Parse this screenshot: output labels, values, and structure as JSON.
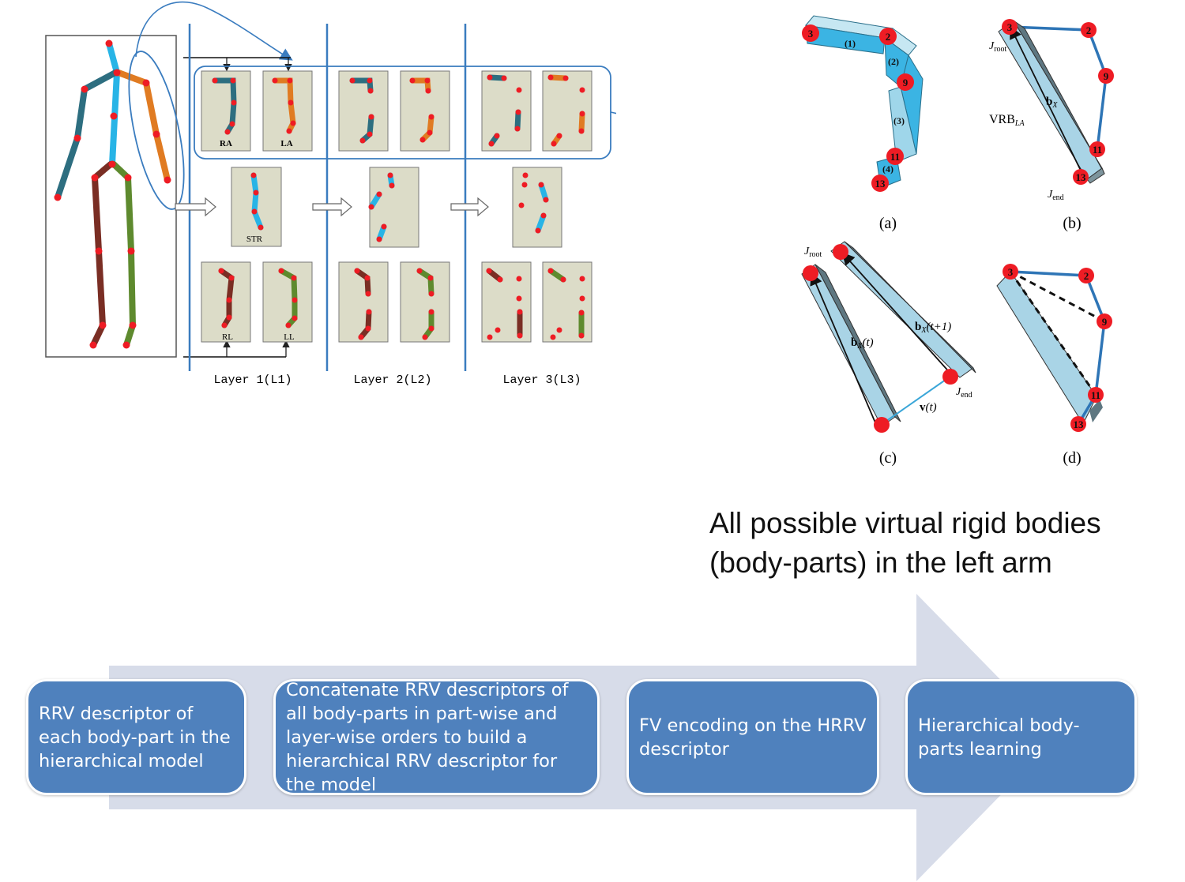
{
  "hierarchy": {
    "parts": {
      "ra": "RA",
      "la": "LA",
      "str": "STR",
      "rl": "RL",
      "ll": "LL"
    },
    "layers": [
      "Layer 1(L1)",
      "Layer 2(L2)",
      "Layer 3(L3)"
    ]
  },
  "rigid_bodies": {
    "panel_a": {
      "label": "(a)",
      "joints": [
        "3",
        "2",
        "9",
        "11",
        "13"
      ],
      "segments": [
        "(1)",
        "(2)",
        "(3)",
        "(4)"
      ]
    },
    "panel_b": {
      "label": "(b)",
      "joints": [
        "3",
        "2",
        "9",
        "11",
        "13"
      ],
      "root": "J",
      "root_sub": "root",
      "end": "J",
      "end_sub": "end",
      "bone": "b",
      "bone_sub": "X",
      "vrb": "VRB",
      "vrb_sub": "LA"
    },
    "panel_c": {
      "label": "(c)",
      "root": "J",
      "root_sub": "root",
      "end": "J",
      "end_sub": "end",
      "bone_t": "b",
      "bone_t_sub": "X",
      "bone_t_arg": "(t)",
      "bone_t1": "b",
      "bone_t1_sub": "X",
      "bone_t1_arg": "(t+1)",
      "velocity": "v",
      "velocity_arg": "(t)"
    },
    "panel_d": {
      "label": "(d)",
      "joints": [
        "3",
        "2",
        "9",
        "11",
        "13"
      ]
    }
  },
  "caption": "All possible virtual rigid bodies (body-parts) in the left arm",
  "pipeline": {
    "steps": [
      "RRV descriptor of each body-part in the hierarchical model",
      "Concatenate RRV descriptors of all body-parts in part-wise and layer-wise orders to build a hierarchical RRV descriptor for the model",
      "FV encoding on the HRRV descriptor",
      "Hierarchical body-parts learning"
    ]
  },
  "colors": {
    "joint": "#ee1c24",
    "torso": "#28b4e6",
    "right_arm": "#2d6e80",
    "left_arm": "#e07b22",
    "right_leg": "#7a2e24",
    "left_leg": "#5e8a2e",
    "box_fill": "#dcdcc8",
    "rigid_body": "#a9d4e6",
    "step_fill": "#4f81bd",
    "arrow_fill": "#d7dce9",
    "divider": "#3a7cbf"
  }
}
